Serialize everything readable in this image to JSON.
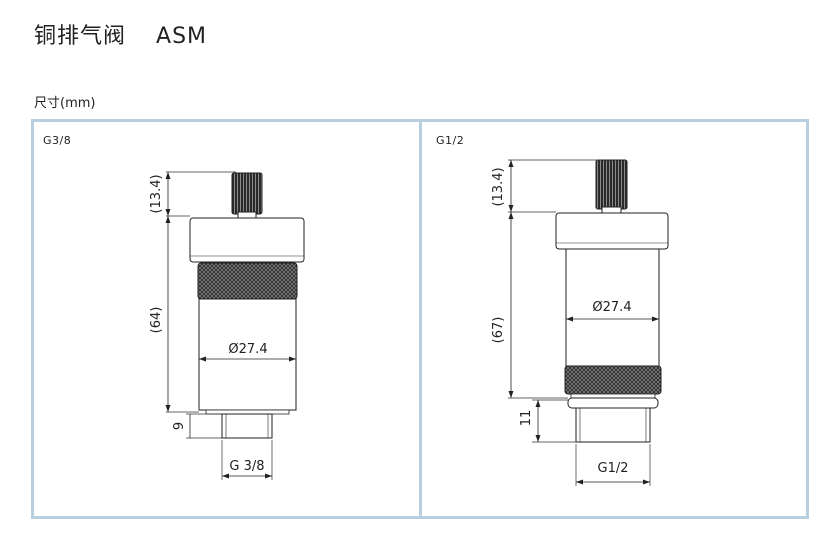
{
  "title": {
    "name": "铜排气阀",
    "model": "ASM"
  },
  "section_label": "尺寸(mm)",
  "panels": [
    {
      "label": "G3/8",
      "dims": {
        "cap_height": "(13.4)",
        "body_height": "(64)",
        "thread_height": "9",
        "diameter": "Ø27.4",
        "thread": "G 3/8"
      }
    },
    {
      "label": "G1/2",
      "dims": {
        "cap_height": "(13.4)",
        "body_height": "(67)",
        "thread_height": "11",
        "diameter": "Ø27.4",
        "thread": "G1/2"
      }
    }
  ],
  "colors": {
    "frame": "#b8cfe0",
    "line": "#222222",
    "knurl": "#2b2b2b"
  }
}
